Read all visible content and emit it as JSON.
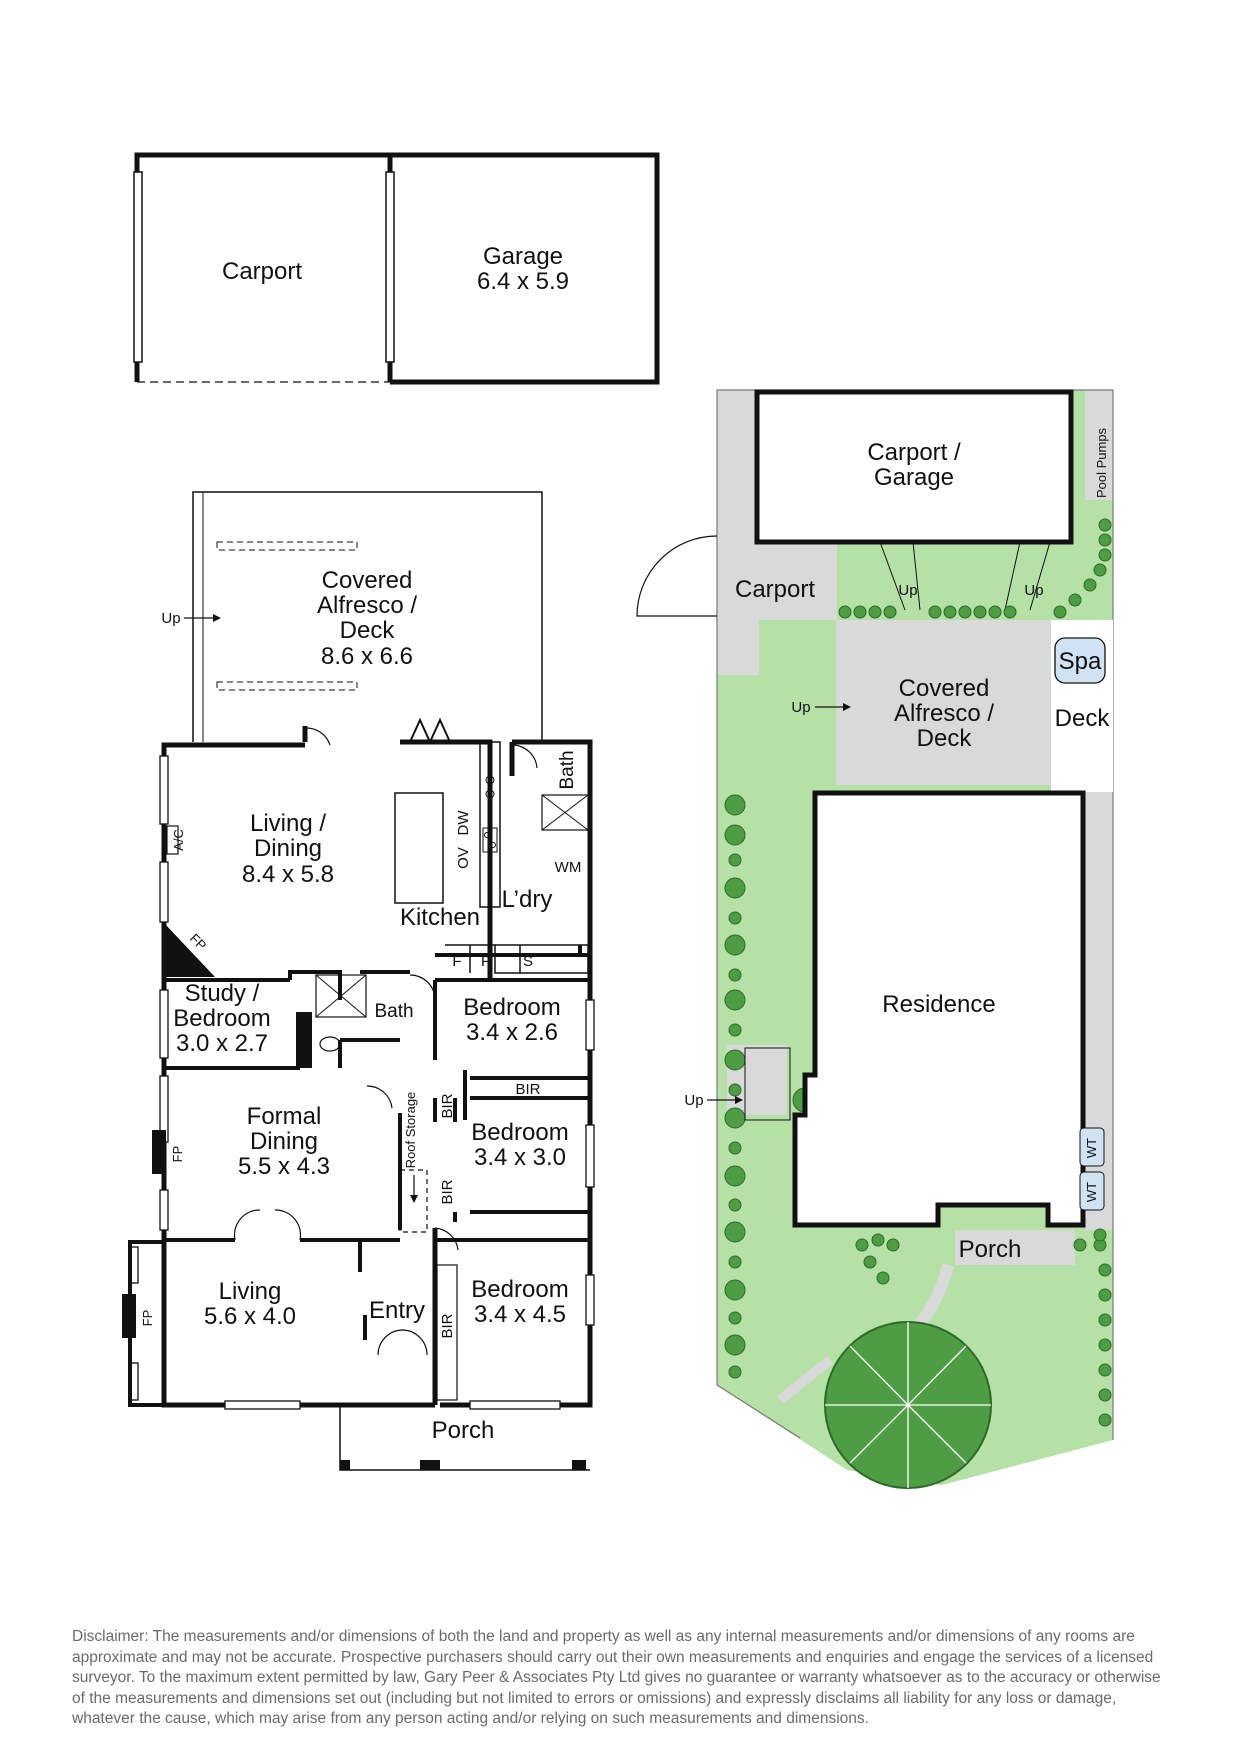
{
  "detached": {
    "carport": "Carport",
    "garage": "Garage",
    "garage_dim": "6.4 x 5.9"
  },
  "house": {
    "alfresco": [
      "Covered",
      "Alfresco /",
      "Deck"
    ],
    "alfresco_dim": "8.6 x 6.6",
    "up": "Up",
    "living_dining": [
      "Living /",
      "Dining"
    ],
    "living_dining_dim": "8.4 x  5.8",
    "ac": "A/C",
    "fp": "FP",
    "ov": "OV",
    "dw": "DW",
    "bath": "Bath",
    "wm": "WM",
    "laundry": "L’dry",
    "kitchen": "Kitchen",
    "pantry_f": "F",
    "pantry_p": "P",
    "pantry_s": "S",
    "study": [
      "Study /",
      "Bedroom"
    ],
    "study_dim": "3.0 x 2.7",
    "bath2": "Bath",
    "bedroom": "Bedroom",
    "bedroom1_dim": "3.4 x 2.6",
    "bir": "BIR",
    "roof_storage": "Roof Storage",
    "formal_dining": [
      "Formal",
      "Dining"
    ],
    "formal_dining_dim": "5.5 x 4.3",
    "bedroom2_dim": "3.4 x 3.0",
    "living": "Living",
    "living_dim": "5.6 x 4.0",
    "entry": "Entry",
    "bedroom3_dim": "3.4 x 4.5",
    "porch": "Porch"
  },
  "site": {
    "carport_garage": [
      "Carport /",
      "Garage"
    ],
    "pool_pumps": "Pool Pumps",
    "carport": "Carport",
    "up": "Up",
    "spa": "Spa",
    "deck": "Deck",
    "alfresco": [
      "Covered",
      "Alfresco /",
      "Deck"
    ],
    "residence": "Residence",
    "wt": "WT",
    "porch": "Porch"
  },
  "colors": {
    "wall": "#111111",
    "grass": "#b5e0a6",
    "paving": "#d9d9d9",
    "tree": "#4e9d45",
    "spa": "#cfe3f5"
  },
  "disclaimer": "Disclaimer: The measurements and/or dimensions of both the land and property as well as any internal measurements and/or dimensions of any rooms are approximate and may not be accurate. Prospective purchasers should carry out their own measurements and enquiries and engage the services of a licensed surveyor. To the maximum extent permitted by law, Gary Peer & Associates Pty Ltd gives no guarantee or warranty whatsoever as to the accuracy or otherwise of the measurements and dimensions set out (including but not limited to errors or omissions) and expressly disclaims all liability for any loss or damage, whatever the cause, which may arise from any person acting and/or relying on such measurements and dimensions."
}
